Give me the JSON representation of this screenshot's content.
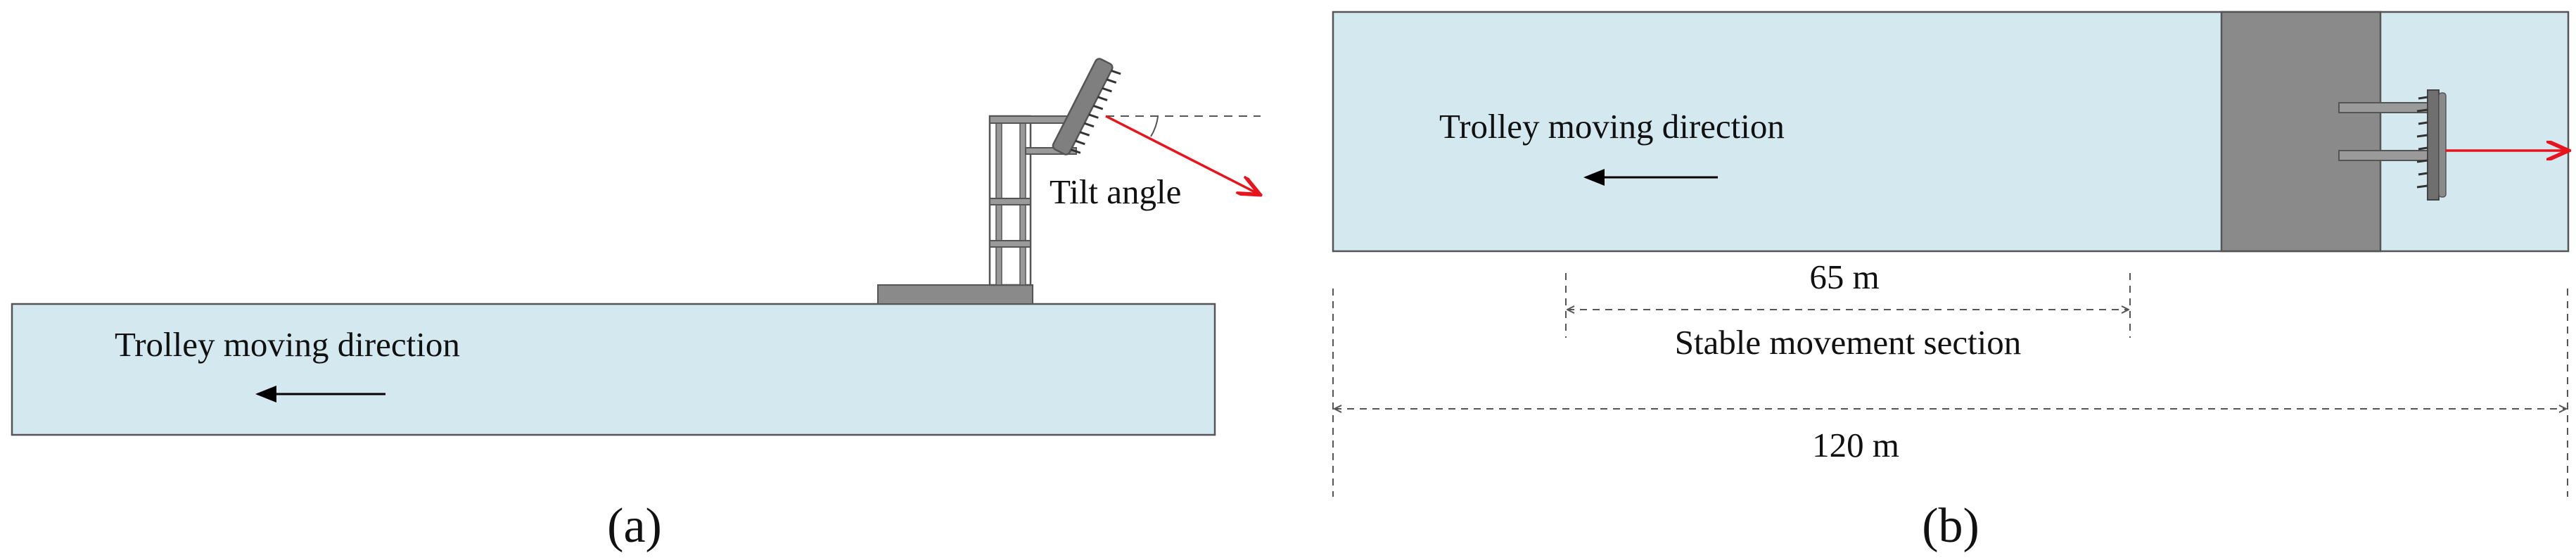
{
  "panel_a": {
    "caption": "(a)",
    "direction_label": "Trolley moving direction",
    "tilt_label": "Tilt angle"
  },
  "panel_b": {
    "caption": "(b)",
    "direction_label": "Trolley moving direction",
    "stable_length": "65 m",
    "stable_label": "Stable movement section",
    "total_length": "120 m"
  },
  "colors": {
    "water": "#d3e9ef",
    "outline": "#555555",
    "frame": "#8a8a8a",
    "dark_block": "#8a8a8a",
    "arrow_black": "#000000",
    "arrow_red": "#e8141c",
    "dashed": "#555555"
  }
}
